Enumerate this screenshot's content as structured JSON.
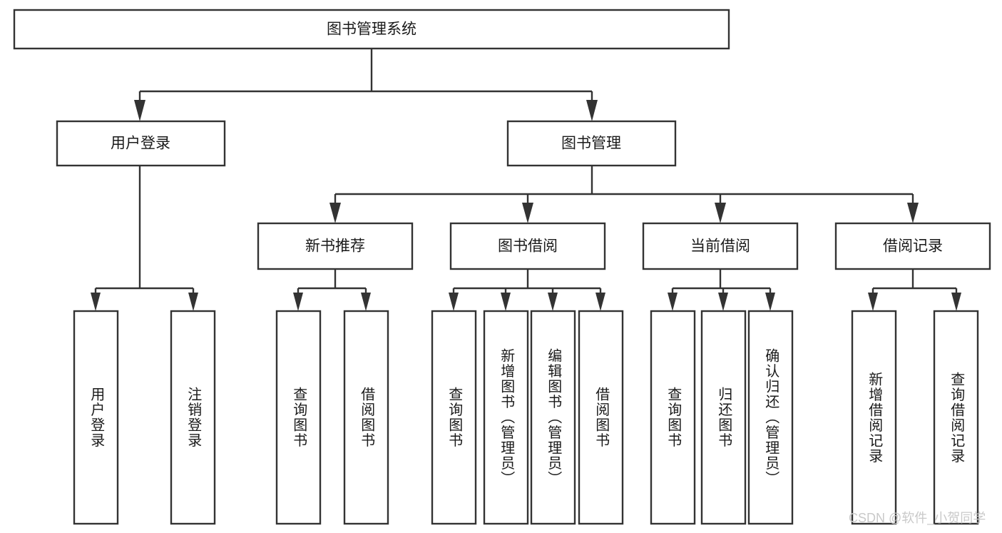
{
  "diagram": {
    "title": "图书管理系统",
    "watermark": "CSDN @软件_小贺同学",
    "colors": {
      "stroke": "#333333",
      "box_fill": "#ffffff",
      "text": "#1a1a1a",
      "watermark": "#c9c9c9",
      "background": "#ffffff"
    },
    "levels": {
      "level1": [
        {
          "id": "root",
          "label": "图书管理系统"
        }
      ],
      "level2": [
        {
          "id": "user-login",
          "label": "用户登录"
        },
        {
          "id": "book-management",
          "label": "图书管理"
        }
      ],
      "level3": [
        {
          "id": "new-book-recommend",
          "label": "新书推荐",
          "parent": "book-management"
        },
        {
          "id": "book-borrow",
          "label": "图书借阅",
          "parent": "book-management"
        },
        {
          "id": "current-borrow",
          "label": "当前借阅",
          "parent": "book-management"
        },
        {
          "id": "borrow-record",
          "label": "借阅记录",
          "parent": "book-management"
        }
      ],
      "leaves": [
        {
          "id": "leaf-user-login",
          "label": "用户登录",
          "parent": "user-login"
        },
        {
          "id": "leaf-logout-login",
          "label": "注销登录",
          "parent": "user-login"
        },
        {
          "id": "leaf-query-book-1",
          "label": "查询图书",
          "parent": "new-book-recommend"
        },
        {
          "id": "leaf-borrow-book-1",
          "label": "借阅图书",
          "parent": "new-book-recommend"
        },
        {
          "id": "leaf-query-book-2",
          "label": "查询图书",
          "parent": "book-borrow"
        },
        {
          "id": "leaf-add-book",
          "label": "新增图书（管理员）",
          "parent": "book-borrow"
        },
        {
          "id": "leaf-edit-book",
          "label": "编辑图书（管理员）",
          "parent": "book-borrow"
        },
        {
          "id": "leaf-borrow-book-2",
          "label": "借阅图书",
          "parent": "book-borrow"
        },
        {
          "id": "leaf-query-book-3",
          "label": "查询图书",
          "parent": "current-borrow"
        },
        {
          "id": "leaf-return-book",
          "label": "归还图书",
          "parent": "current-borrow"
        },
        {
          "id": "leaf-confirm-return",
          "label": "确认归还（管理员）",
          "parent": "current-borrow"
        },
        {
          "id": "leaf-add-record",
          "label": "新增借阅记录",
          "parent": "borrow-record"
        },
        {
          "id": "leaf-query-record",
          "label": "查询借阅记录",
          "parent": "borrow-record"
        }
      ]
    }
  }
}
